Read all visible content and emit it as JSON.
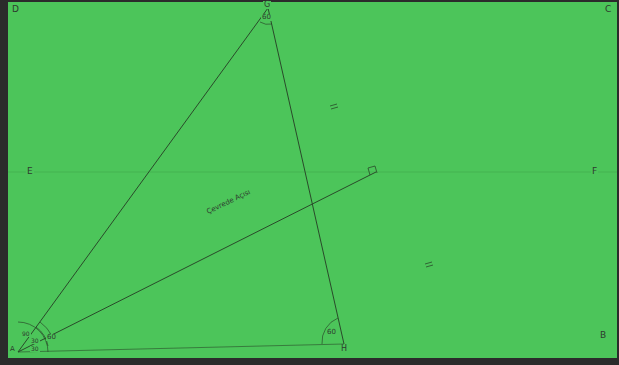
{
  "diagram": {
    "labels": [
      "D",
      "C",
      "E",
      "F",
      "B",
      "G",
      "H",
      "A",
      "60",
      "60",
      "90",
      "30",
      "30",
      "60",
      "Çevrede Açısı"
    ]
  }
}
